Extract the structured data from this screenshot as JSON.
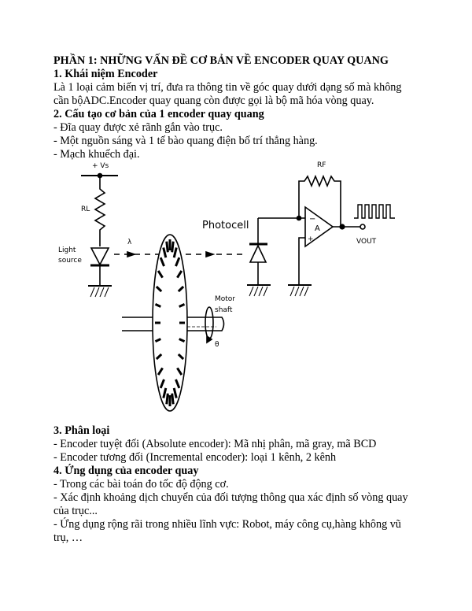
{
  "title": "PHẦN 1: NHỮNG VẤN ĐỀ CƠ BẢN VỀ ENCODER QUAY QUANG",
  "section1": {
    "heading": "1. Khái niệm Encoder",
    "lines": [
      "Là 1 loại cảm biến vị trí, đưa ra thông tin về góc quay dưới dạng số mà không",
      "cần bộADC.Encoder quay quang còn được gọi là bộ mã hóa vòng quay."
    ]
  },
  "section2": {
    "heading": "2. Cấu tạo cơ bản của 1 encoder quay quang",
    "lines": [
      "- Đĩa quay được xẻ rãnh gắn vào trục.",
      "- Một nguồn sáng và 1 tế bào quang điện bố trí thẳng hàng.",
      "- Mạch khuếch đại."
    ]
  },
  "diagram": {
    "supply_label": "+ Vs",
    "resistor_label": "RL",
    "light_source_label": [
      "Light",
      "source"
    ],
    "wavelength_label": "λ",
    "photocell_label": "Photocell",
    "feedback_label": "RF",
    "amp_label": "A",
    "minus_label": "−",
    "plus_label": "+",
    "output_label": "VOUT",
    "motor_shaft_label": [
      "Motor",
      "shaft"
    ],
    "angle_label": "θ"
  },
  "section3": {
    "heading": "3. Phân loại",
    "lines": [
      "- Encoder tuyệt đối (Absolute encoder): Mã nhị phân, mã gray, mã BCD",
      "- Encoder tương đối (Incremental encoder): loại 1 kênh, 2 kênh"
    ]
  },
  "section4": {
    "heading": "4. Ứng dụng của encoder quay",
    "lines": [
      "- Trong các bài toán đo tốc độ động cơ.",
      "- Xác định khoảng dịch chuyển của đối tượng thông qua xác định số vòng quay",
      "của trục...",
      "- Ứng dụng rộng rãi trong nhiều lĩnh vực: Robot, máy công cụ,hàng không vũ",
      "trụ, …"
    ]
  }
}
